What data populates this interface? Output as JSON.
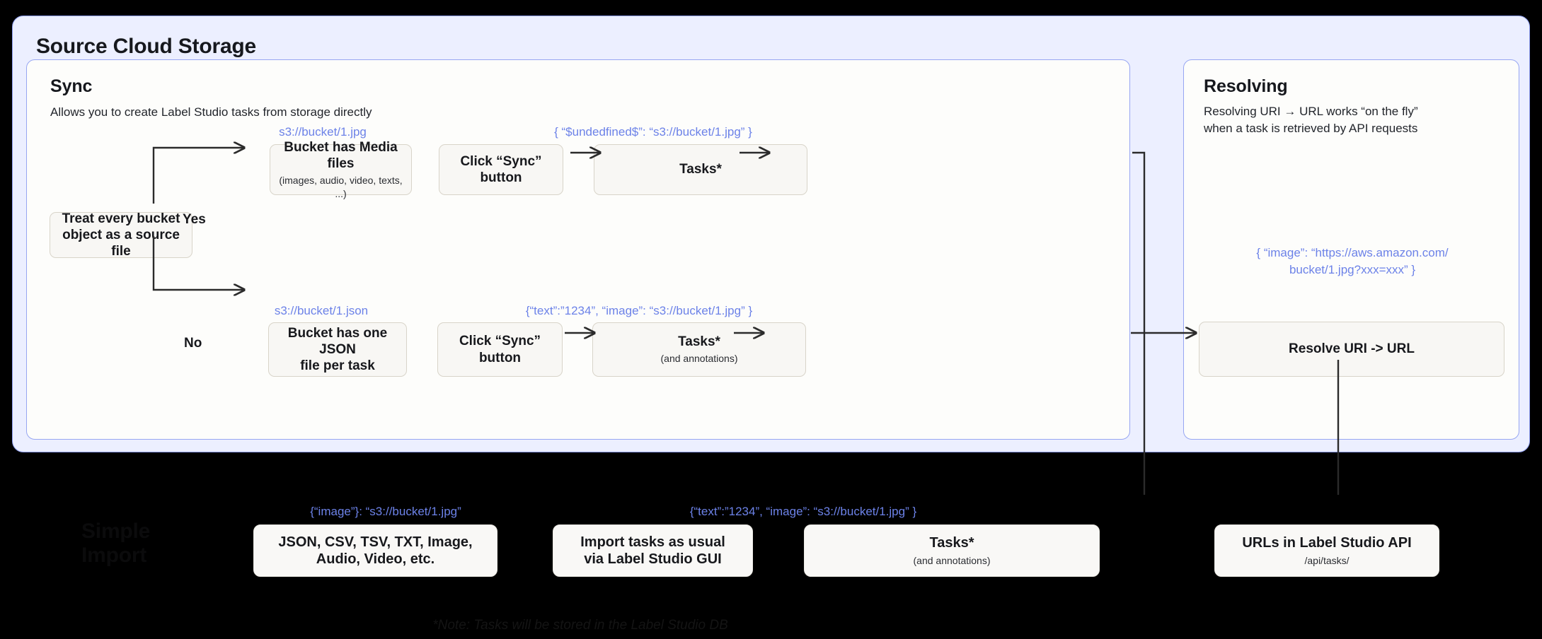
{
  "outer": {
    "title": "Source Cloud Storage",
    "accent": "#8e9ef0",
    "background": "#ecefff"
  },
  "sync_panel": {
    "title": "Sync",
    "subtitle": "Allows you to create Label Studio tasks from storage directly",
    "decision": {
      "label": "Treat every bucket object as a source file",
      "line1": "Treat every bucket",
      "line2": "object as a source file"
    },
    "branch_yes": "Yes",
    "branch_no": "No",
    "rows": [
      {
        "uri_annotation": "s3://bucket/1.jpg",
        "source": {
          "title": "Bucket has Media files",
          "subtitle": "(images, audio, video, texts, ...)"
        },
        "action": {
          "title": "Click “Sync” button",
          "subtitle": ""
        },
        "result_annotation": "{ “$undedfined$”: “s3://bucket/1.jpg” }",
        "result": {
          "title": "Tasks*",
          "subtitle": ""
        }
      },
      {
        "uri_annotation": "s3://bucket/1.json",
        "source": {
          "title": "Bucket has one JSON",
          "subtitle": "file per task"
        },
        "action": {
          "title": "Click “Sync” button",
          "subtitle": ""
        },
        "result_annotation": "{“text”:”1234”,  “image”: “s3://bucket/1.jpg” }",
        "result": {
          "title": "Tasks*",
          "subtitle": "(and annotations)"
        }
      }
    ]
  },
  "resolving_panel": {
    "title": "Resolving",
    "subtitle_line1": "Resolving URI → URL works “on the fly”",
    "subtitle_line2": "when a task is retrieved by API requests",
    "url_annotation_line1": "{ “image”: “https://aws.amazon.com/",
    "url_annotation_line2": "bucket/1.jpg?xxx=xxx” }",
    "resolve_node": {
      "title": "Resolve URI -> URL",
      "subtitle": ""
    }
  },
  "simple_import": {
    "title_line1": "Simple",
    "title_line2": "Import",
    "formats_annotation": "{“image”}: “s3://bucket/1.jpg”",
    "formats": {
      "title_line1": "JSON, CSV, TSV, TXT, Image,",
      "title_line2": "Audio, Video, etc."
    },
    "import_action": {
      "title_line1": "Import tasks as usual",
      "title_line2": "via Label Studio GUI"
    },
    "tasks_annotation": "{“text”:”1234”,  “image”: “s3://bucket/1.jpg” }",
    "tasks": {
      "title": "Tasks*",
      "subtitle": "(and annotations)"
    },
    "api": {
      "title": "URLs in Label Studio API",
      "subtitle": "/api/tasks/"
    }
  },
  "footer": {
    "note": "*Note: Tasks will be stored in the Label Studio DB"
  },
  "colors": {
    "annotation_blue": "#6c82e8",
    "panel_border": "#97a6f2",
    "node_fill": "#f8f7f4",
    "node_border": "#d8d4c9",
    "wire": "#2b2b2b",
    "page_background": "#000000"
  }
}
